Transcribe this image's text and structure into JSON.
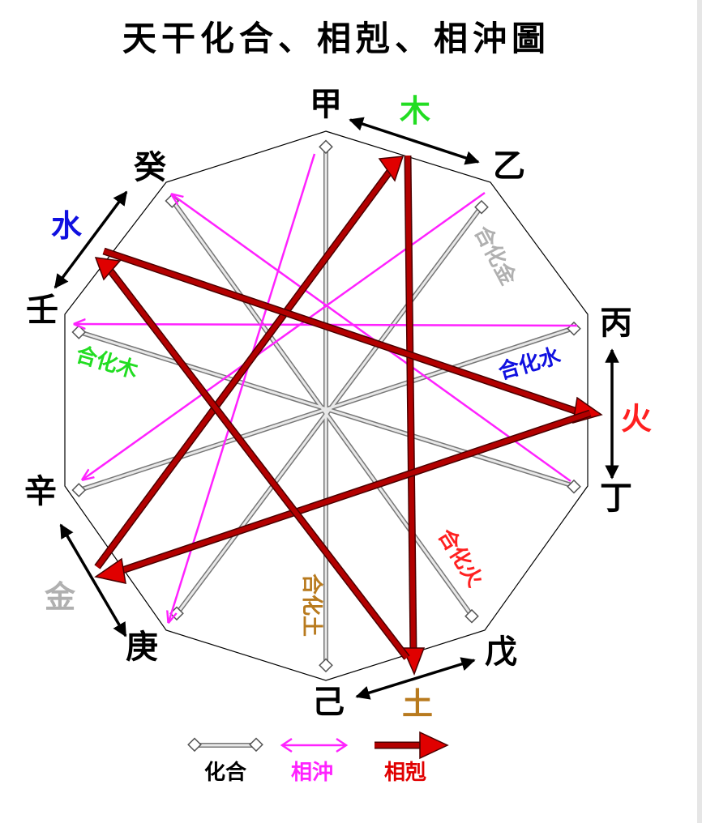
{
  "title": "天干化合、相剋、相沖圖",
  "stems": {
    "jia": "甲",
    "yi": "乙",
    "bing": "丙",
    "ding": "丁",
    "wu": "戊",
    "ji": "己",
    "geng": "庚",
    "xin": "辛",
    "ren": "壬",
    "gui": "癸"
  },
  "elements": {
    "wood": "木",
    "fire": "火",
    "earth": "土",
    "metal": "金",
    "water": "水"
  },
  "combine_notes": {
    "metal": "合化金",
    "water": "合化水",
    "fire": "合化火",
    "earth": "合化土",
    "wood": "合化木"
  },
  "legend": {
    "combine": "化合",
    "clash": "相沖",
    "control": "相剋"
  },
  "colors": {
    "combine_line": "#b0b0b0",
    "clash_line": "#ff22ff",
    "control_arrow": "#b30000",
    "control_arrow_head": "#e00000",
    "wood": "#22dd22",
    "fire": "#ff2020",
    "earth": "#b87a1e",
    "metal": "#b0b0b0",
    "water": "#1010e0"
  }
}
